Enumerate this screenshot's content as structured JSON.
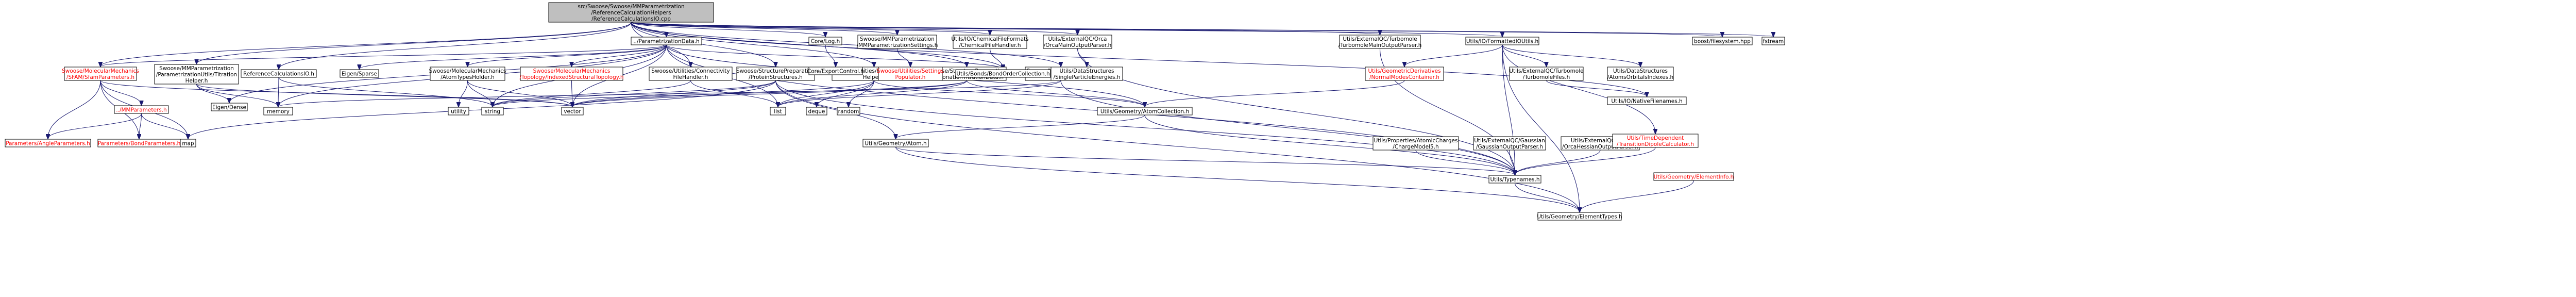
{
  "colors": {
    "root_fill": "#bfbfbf",
    "node_fill": "#ffffff",
    "border": "#000000",
    "missing_border": "#bfbfbf",
    "red_text": "#ff0000",
    "edge": "#191970"
  },
  "nodes": [
    {
      "id": "root",
      "lines": [
        "src/Swoose/Swoose/MMParametrization",
        "/ReferenceCalculationHelpers",
        "/ReferenceCalculationsIO.cpp"
      ],
      "style": "root"
    },
    {
      "id": "pdata",
      "lines": [
        "../ParametrizationData.h"
      ],
      "style": "normal"
    },
    {
      "id": "corelog",
      "lines": [
        "Core/Log.h"
      ],
      "style": "normal"
    },
    {
      "id": "mmset",
      "lines": [
        "Swoose/MMParametrization",
        "/MMParametrizationSettings.h"
      ],
      "style": "normal"
    },
    {
      "id": "chemfile",
      "lines": [
        "Utils/IO/ChemicalFileFormats",
        "/ChemicalFileHandler.h"
      ],
      "style": "normal"
    },
    {
      "id": "orcaparser",
      "lines": [
        "Utils/ExternalQC/Orca",
        "/OrcaMainOutputParser.h"
      ],
      "style": "normal"
    },
    {
      "id": "turboparser",
      "lines": [
        "Utils/ExternalQC/Turbomole",
        "/TurbomoleMainOutputParser.h"
      ],
      "style": "normal"
    },
    {
      "id": "nativefmt",
      "lines": [
        "Utils/IO/NativeFilenames.h"
      ],
      "style": "normal"
    },
    {
      "id": "boostfs",
      "lines": [
        "boost/filesystem.hpp"
      ],
      "style": "gray"
    },
    {
      "id": "fstream",
      "lines": [
        "fstream"
      ],
      "style": "gray"
    },
    {
      "id": "sfam",
      "lines": [
        "Swoose/MolecularMechanics",
        "/SFAM/SfamParameters.h"
      ],
      "style": "red"
    },
    {
      "id": "titrhelp",
      "lines": [
        "Swoose/MMParametrization",
        "/ParametrizationUtils/Titration",
        "Helper.h"
      ],
      "style": "normal"
    },
    {
      "id": "refio",
      "lines": [
        "ReferenceCalculationsIO.h"
      ],
      "style": "normal"
    },
    {
      "id": "eigensparse",
      "lines": [
        "Eigen/Sparse"
      ],
      "style": "gray"
    },
    {
      "id": "atomtype",
      "lines": [
        "Swoose/MolecularMechanics",
        "/AtomTypesHolder.h"
      ],
      "style": "normal"
    },
    {
      "id": "indextopo",
      "lines": [
        "Swoose/MolecularMechanics",
        "/Topology/IndexedStructuralTopology.h"
      ],
      "style": "red"
    },
    {
      "id": "conn",
      "lines": [
        "Swoose/Utilities/Connectivity",
        "FileHandler.h"
      ],
      "style": "normal"
    },
    {
      "id": "protstruct",
      "lines": [
        "Swoose/StructurePreparation",
        "/ProteinStructures.h"
      ],
      "style": "normal"
    },
    {
      "id": "fraghelp",
      "lines": [
        "Swoose/Utilities/Fragmentation",
        "Helper.h"
      ],
      "style": "normal"
    },
    {
      "id": "protdata",
      "lines": [
        "Swoose/StructurePreparation",
        "/ProtonationTitrationData.h"
      ],
      "style": "normal"
    },
    {
      "id": "topoutil",
      "lines": [
        "Swoose/Utilities/Topology",
        "Utils.h"
      ],
      "style": "normal"
    },
    {
      "id": "coreexp",
      "lines": [
        "Core/ExportControl.h"
      ],
      "style": "gray"
    },
    {
      "id": "settingspop",
      "lines": [
        "Swoose/Utilities/Settings",
        "Populator.h"
      ],
      "style": "red"
    },
    {
      "id": "bondorder",
      "lines": [
        "Utils/Bonds/BondOrderCollection.h"
      ],
      "style": "normal"
    },
    {
      "id": "singleparticle",
      "lines": [
        "Utils/DataStructures",
        "/SingleParticleEnergies.h"
      ],
      "style": "normal"
    },
    {
      "id": "geomderiv",
      "lines": [
        "Utils/GeometricDerivatives",
        "/NormalModesContainer.h"
      ],
      "style": "red"
    },
    {
      "id": "iofmt",
      "lines": [
        "Utils/IO/FormattedIOUtils.h"
      ],
      "style": "normal"
    },
    {
      "id": "turbofiles",
      "lines": [
        "Utils/ExternalQC/Turbomole",
        "/TurbomoleFiles.h"
      ],
      "style": "normal"
    },
    {
      "id": "atomorbit",
      "lines": [
        "Utils/DataStructures",
        "/AtomsOrbitalsIndexes.h"
      ],
      "style": "normal"
    },
    {
      "id": "mmparams",
      "lines": [
        "../MMParameters.h"
      ],
      "style": "red"
    },
    {
      "id": "eigendense",
      "lines": [
        "Eigen/Dense"
      ],
      "style": "gray"
    },
    {
      "id": "memory",
      "lines": [
        "memory"
      ],
      "style": "gray"
    },
    {
      "id": "utility",
      "lines": [
        "utility"
      ],
      "style": "gray"
    },
    {
      "id": "string",
      "lines": [
        "string"
      ],
      "style": "gray"
    },
    {
      "id": "vector",
      "lines": [
        "vector"
      ],
      "style": "gray"
    },
    {
      "id": "list",
      "lines": [
        "list"
      ],
      "style": "gray"
    },
    {
      "id": "deque",
      "lines": [
        "deque"
      ],
      "style": "gray"
    },
    {
      "id": "random",
      "lines": [
        "random"
      ],
      "style": "gray"
    },
    {
      "id": "atomcoll",
      "lines": [
        "Utils/Geometry/AtomCollection.h"
      ],
      "style": "normal"
    },
    {
      "id": "angleparams",
      "lines": [
        "Parameters/AngleParameters.h"
      ],
      "style": "red"
    },
    {
      "id": "bondparams",
      "lines": [
        "Parameters/BondParameters.h"
      ],
      "style": "red"
    },
    {
      "id": "map",
      "lines": [
        "map"
      ],
      "style": "gray"
    },
    {
      "id": "geomatom",
      "lines": [
        "Utils/Geometry/Atom.h"
      ],
      "style": "normal"
    },
    {
      "id": "charges",
      "lines": [
        "Utils/Properties/AtomicCharges",
        "/ChargeModel5.h"
      ],
      "style": "normal"
    },
    {
      "id": "gaussparser",
      "lines": [
        "Utils/ExternalQC/Gaussian",
        "/GaussianOutputParser.h"
      ],
      "style": "normal"
    },
    {
      "id": "orcahess",
      "lines": [
        "Utils/ExternalQC/Orca",
        "/OrcaHessianOutputParser.h"
      ],
      "style": "normal"
    },
    {
      "id": "timedep",
      "lines": [
        "Utils/TimeDependent",
        "/TransitionDipoleCalculator.h"
      ],
      "style": "red"
    },
    {
      "id": "typenames",
      "lines": [
        "Utils/Typenames.h"
      ],
      "style": "normal"
    },
    {
      "id": "eleminfo",
      "lines": [
        "Utils/Geometry/ElementInfo.h"
      ],
      "style": "red"
    },
    {
      "id": "elemtypes",
      "lines": [
        "Utils/Geometry/ElementTypes.h"
      ],
      "style": "normal"
    }
  ],
  "edges": [
    [
      "root",
      "pdata"
    ],
    [
      "root",
      "corelog"
    ],
    [
      "root",
      "mmset"
    ],
    [
      "root",
      "chemfile"
    ],
    [
      "root",
      "orcaparser"
    ],
    [
      "root",
      "turboparser"
    ],
    [
      "root",
      "iofmt"
    ],
    [
      "root",
      "nativefmt"
    ],
    [
      "root",
      "boostfs"
    ],
    [
      "root",
      "fstream"
    ],
    [
      "root",
      "sfam"
    ],
    [
      "root",
      "titrhelp"
    ],
    [
      "root",
      "refio"
    ],
    [
      "root",
      "conn"
    ],
    [
      "root",
      "protstruct"
    ],
    [
      "root",
      "fraghelp"
    ],
    [
      "root",
      "protdata"
    ],
    [
      "root",
      "topoutil"
    ],
    [
      "root",
      "bondorder"
    ],
    [
      "pdata",
      "sfam"
    ],
    [
      "pdata",
      "atomtype"
    ],
    [
      "pdata",
      "indextopo"
    ],
    [
      "pdata",
      "eigensparse"
    ],
    [
      "pdata",
      "eigendense"
    ],
    [
      "pdata",
      "memory"
    ],
    [
      "pdata",
      "string"
    ],
    [
      "pdata",
      "vector"
    ],
    [
      "pdata",
      "list"
    ],
    [
      "pdata",
      "bondorder"
    ],
    [
      "pdata",
      "typenames"
    ],
    [
      "pdata",
      "atomcoll"
    ],
    [
      "corelog",
      "coreexp"
    ],
    [
      "mmset",
      "settingspop"
    ],
    [
      "chemfile",
      "bondorder"
    ],
    [
      "orcaparser",
      "singleparticle"
    ],
    [
      "orcaparser",
      "typenames"
    ],
    [
      "turboparser",
      "typenames"
    ],
    [
      "iofmt",
      "geomderiv"
    ],
    [
      "iofmt",
      "turbofiles"
    ],
    [
      "iofmt",
      "atomorbit"
    ],
    [
      "iofmt",
      "typenames"
    ],
    [
      "iofmt",
      "timedep"
    ],
    [
      "iofmt",
      "elemtypes"
    ],
    [
      "turbofiles",
      "nativefmt"
    ],
    [
      "sfam",
      "mmparams"
    ],
    [
      "sfam",
      "angleparams"
    ],
    [
      "sfam",
      "bondparams"
    ],
    [
      "sfam",
      "map"
    ],
    [
      "sfam",
      "vector"
    ],
    [
      "mmparams",
      "angleparams"
    ],
    [
      "mmparams",
      "bondparams"
    ],
    [
      "mmparams",
      "map"
    ],
    [
      "titrhelp",
      "memory"
    ],
    [
      "titrhelp",
      "eigendense"
    ],
    [
      "titrhelp",
      "vector"
    ],
    [
      "refio",
      "memory"
    ],
    [
      "refio",
      "string"
    ],
    [
      "atomtype",
      "utility"
    ],
    [
      "atomtype",
      "string"
    ],
    [
      "atomtype",
      "vector"
    ],
    [
      "indextopo",
      "vector"
    ],
    [
      "conn",
      "string"
    ],
    [
      "conn",
      "list"
    ],
    [
      "protstruct",
      "string"
    ],
    [
      "protstruct",
      "vector"
    ],
    [
      "protstruct",
      "map"
    ],
    [
      "protstruct",
      "geomatom"
    ],
    [
      "protstruct",
      "typenames"
    ],
    [
      "protstruct",
      "elemtypes"
    ],
    [
      "fraghelp",
      "list"
    ],
    [
      "fraghelp",
      "deque"
    ],
    [
      "fraghelp",
      "random"
    ],
    [
      "fraghelp",
      "vector"
    ],
    [
      "fraghelp",
      "atomcoll"
    ],
    [
      "protdata",
      "string"
    ],
    [
      "protdata",
      "list"
    ],
    [
      "protdata",
      "vector"
    ],
    [
      "protdata",
      "atomcoll"
    ],
    [
      "topoutil",
      "memory"
    ],
    [
      "topoutil",
      "list"
    ],
    [
      "topoutil",
      "typenames"
    ],
    [
      "atomcoll",
      "geomatom"
    ],
    [
      "atomcoll",
      "typenames"
    ],
    [
      "geomatom",
      "typenames"
    ],
    [
      "geomatom",
      "elemtypes"
    ],
    [
      "geomderiv",
      "atomcoll"
    ],
    [
      "charges",
      "typenames"
    ],
    [
      "gaussparser",
      "typenames"
    ],
    [
      "orcahess",
      "typenames"
    ],
    [
      "timedep",
      "typenames"
    ],
    [
      "eleminfo",
      "elemtypes"
    ],
    [
      "typenames",
      "elemtypes"
    ]
  ]
}
